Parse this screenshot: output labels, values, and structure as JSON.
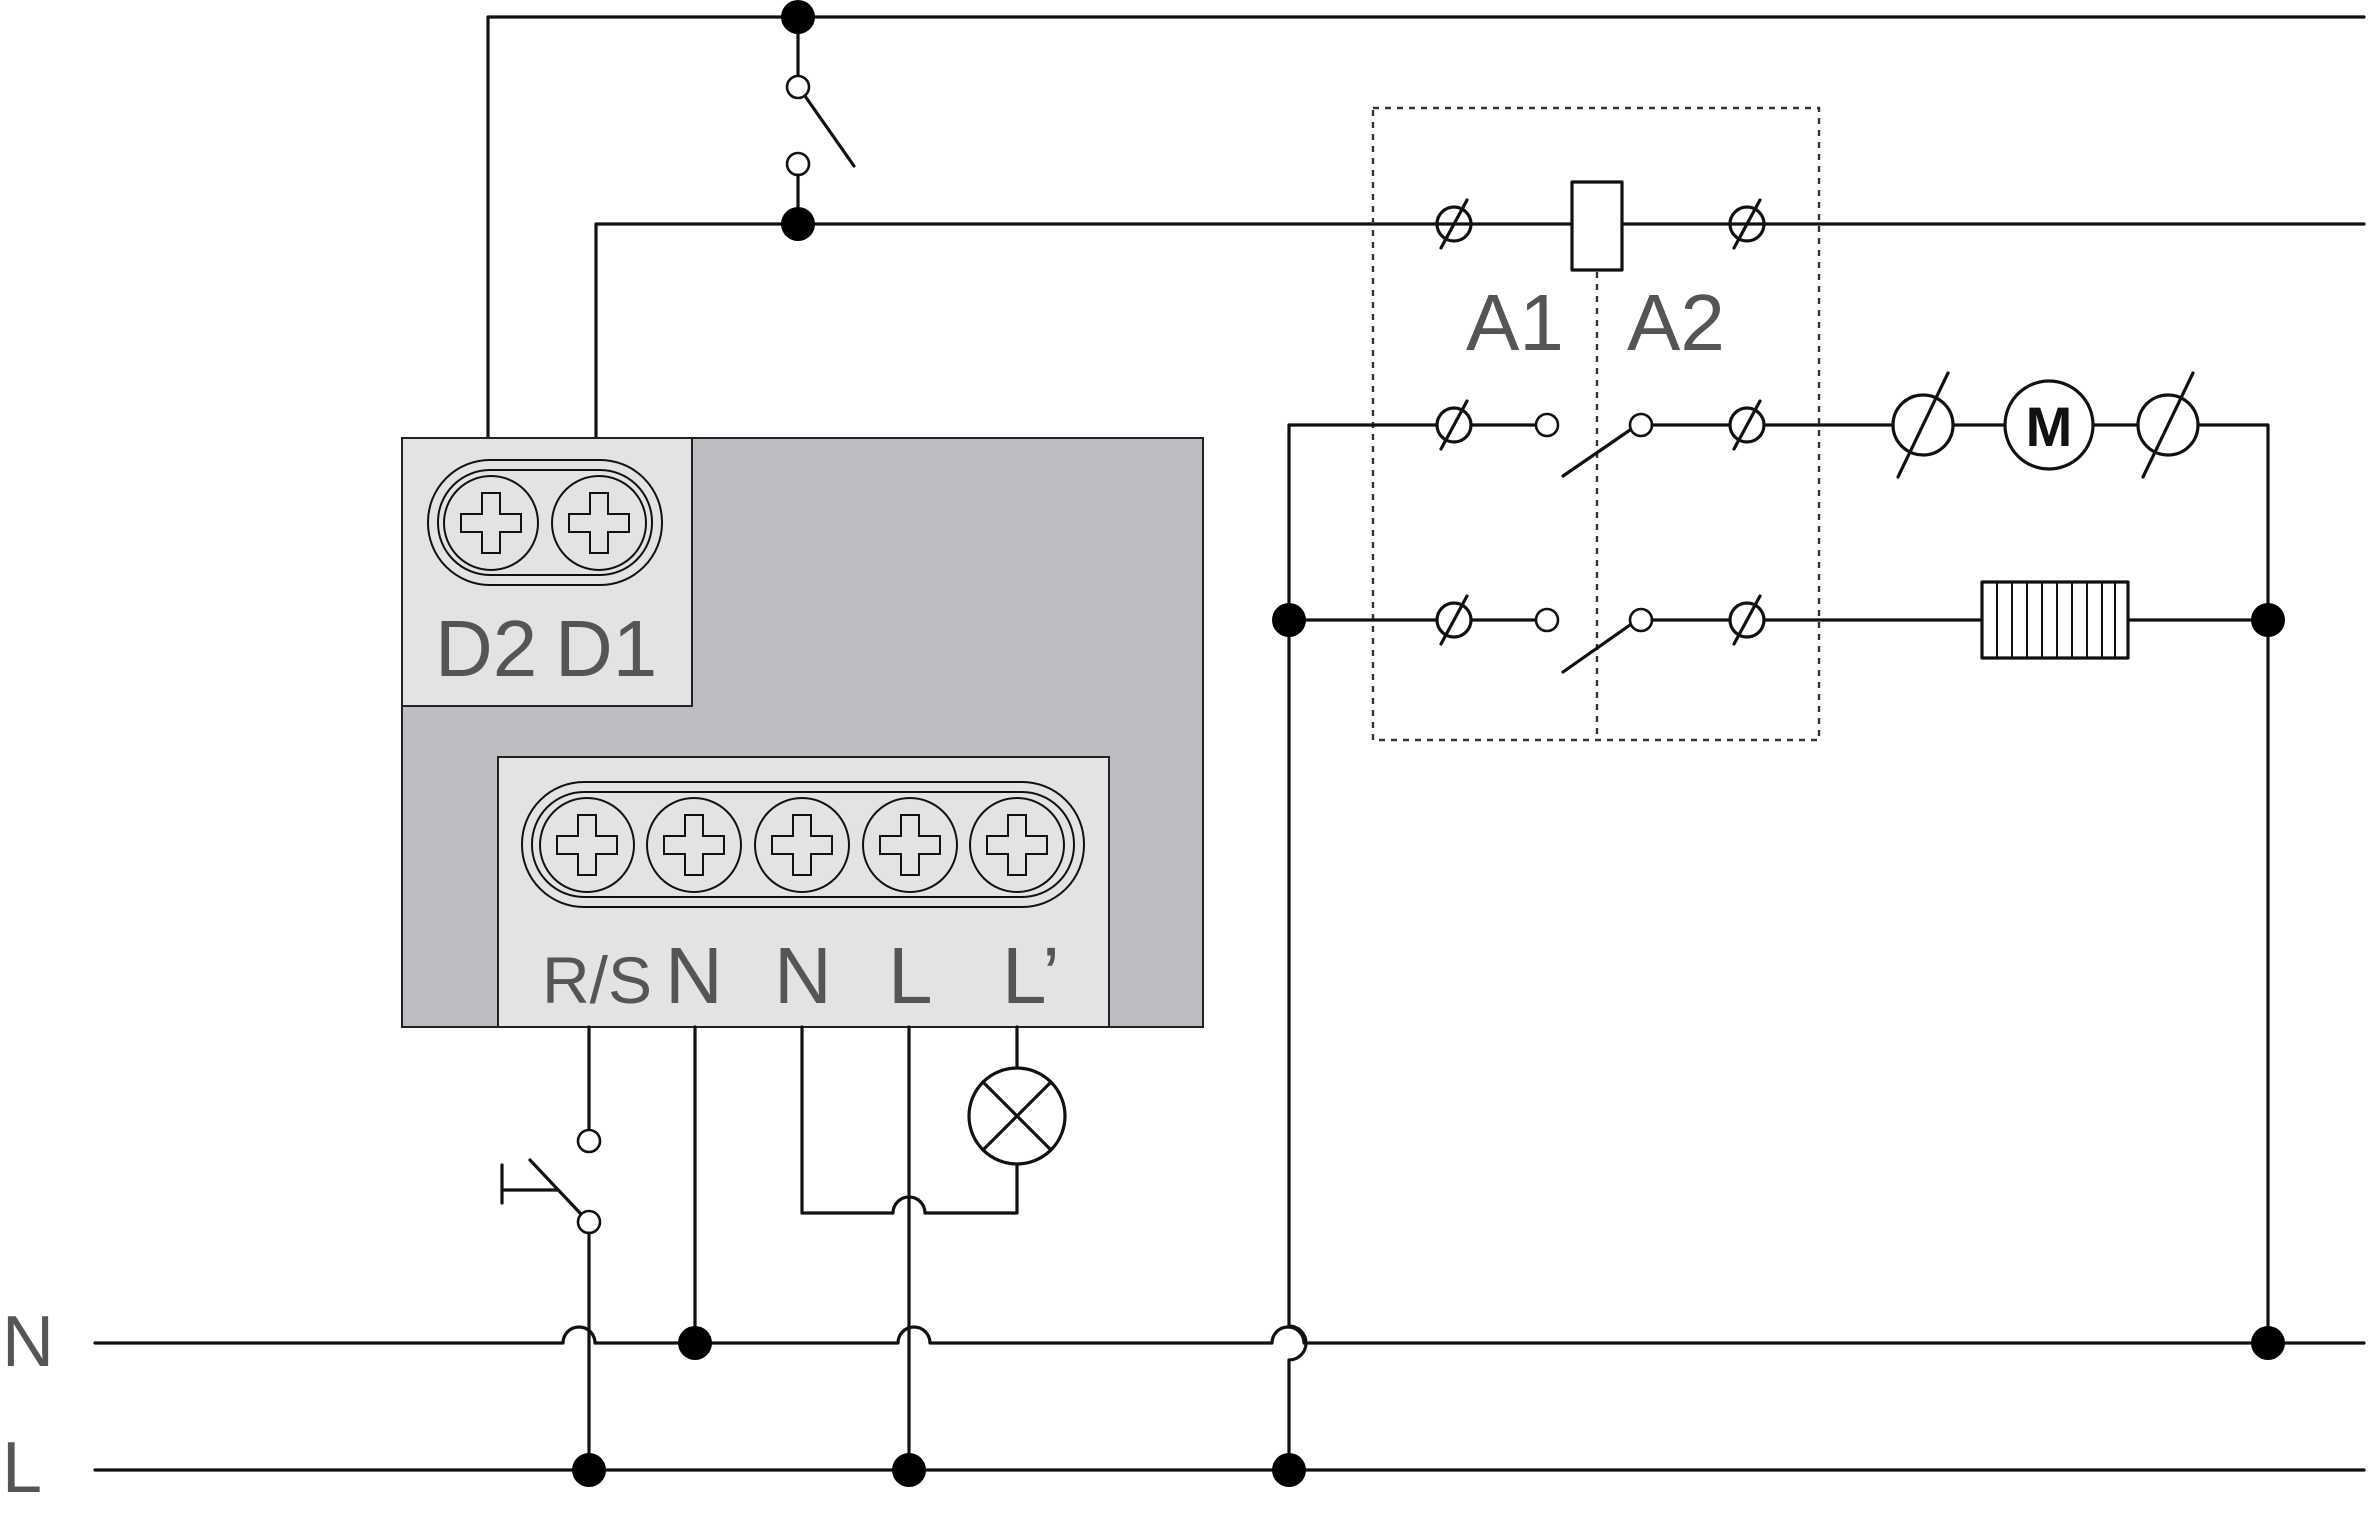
{
  "diagram": {
    "mains_labels": {
      "n": "N",
      "l": "L"
    },
    "device": {
      "top_terminals": [
        "D2",
        "D1"
      ],
      "bottom_terminals": [
        "R/S",
        "N",
        "N",
        "L",
        "L’"
      ]
    },
    "contactor_labels": {
      "a1": "A1",
      "a2": "A2"
    },
    "motor_label": "M"
  },
  "colors": {
    "wire": "#111111",
    "housing": "#bcbdc0",
    "terminal_panel": "#e3e3e4",
    "label_text": "#555555"
  }
}
